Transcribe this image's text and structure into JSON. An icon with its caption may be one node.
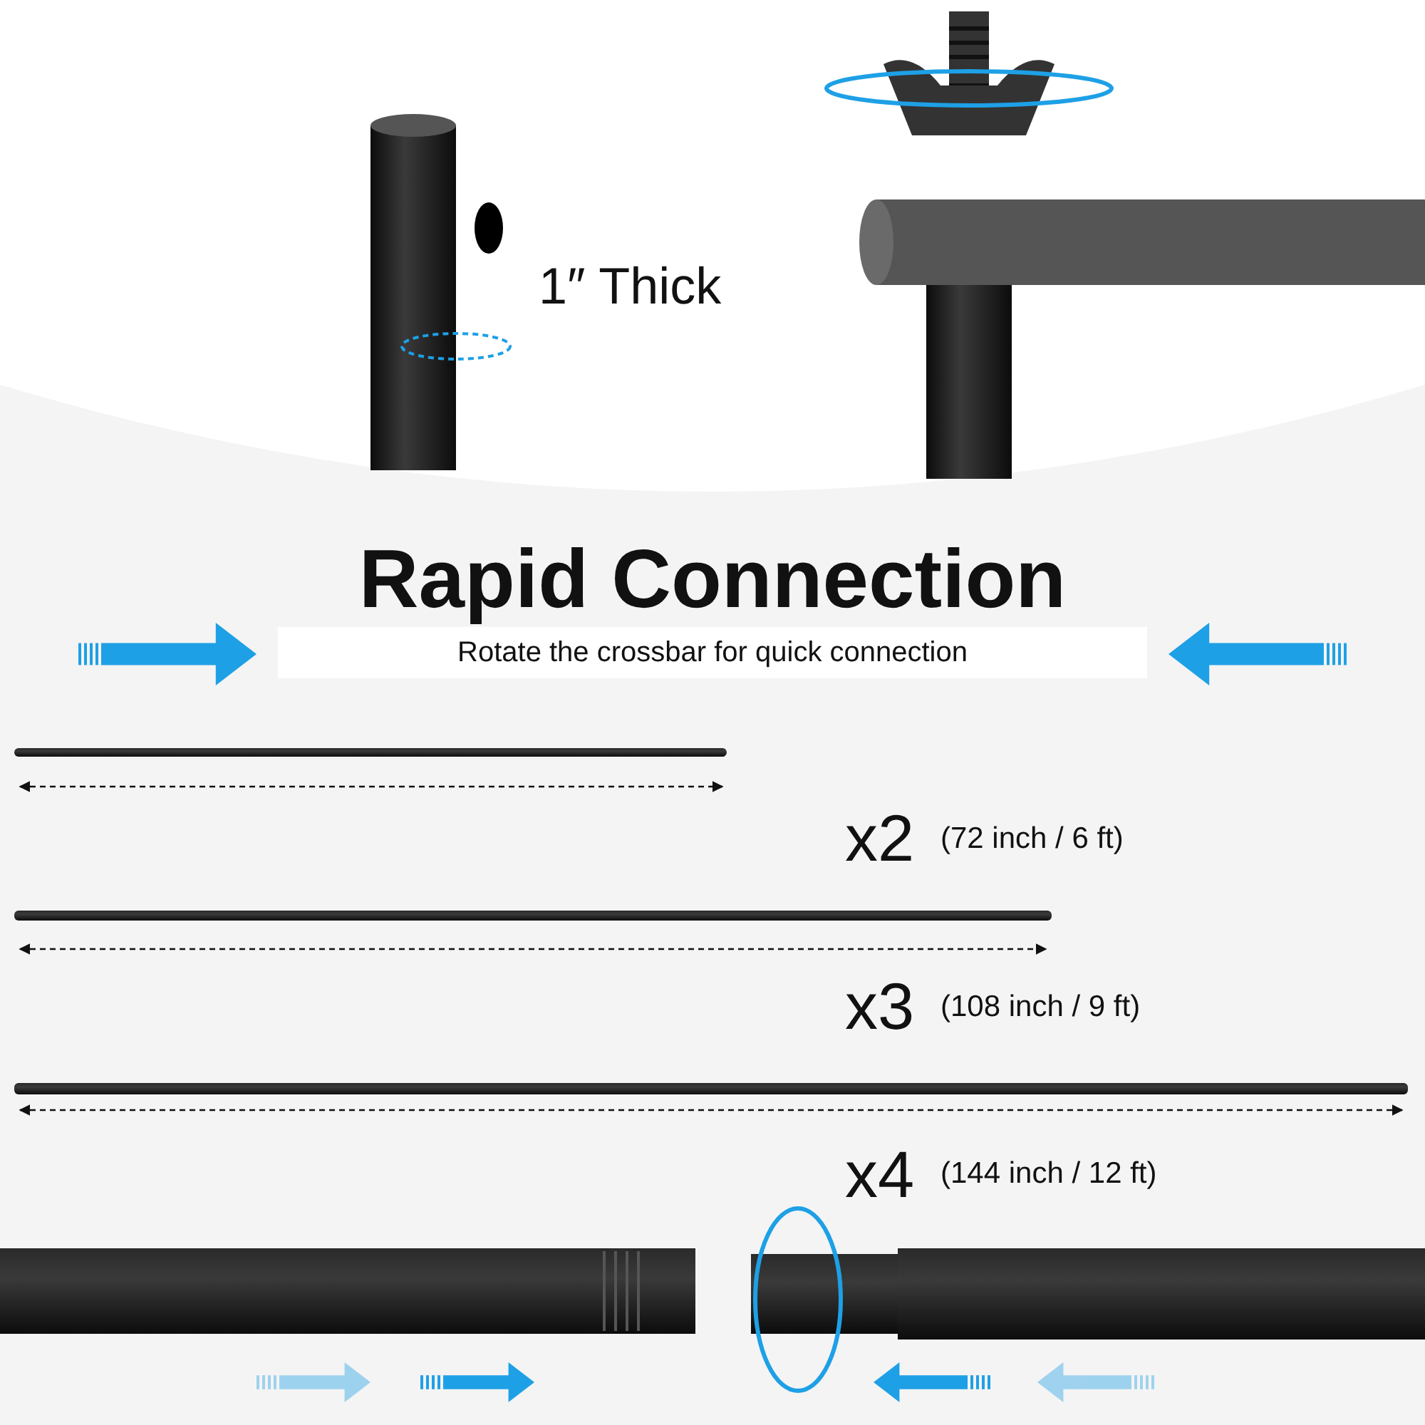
{
  "diagram": {
    "title": "Rapid Connection",
    "labels": [
      "1″ Thick",
      "Rotate the crossbar for quick connection",
      "x2",
      "(72 inch / 6 ft)",
      "x3",
      "(108 inch / 9 ft)",
      "x4",
      "(144 inch / 12 ft)"
    ]
  }
}
